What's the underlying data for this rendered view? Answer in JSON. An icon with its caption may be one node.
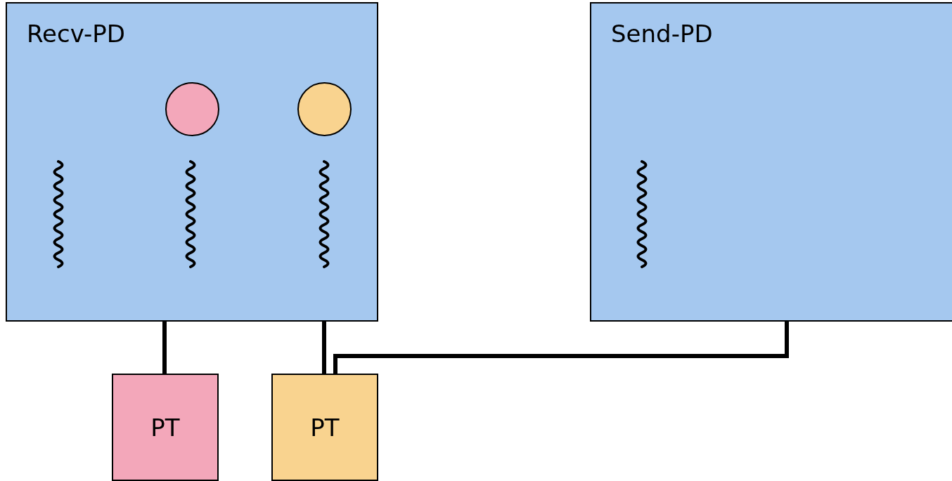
{
  "diagram": {
    "nodes": [
      {
        "text": [
          "Recv-PD"
        ]
      },
      {
        "text": [],
        "shape": "circle",
        "in": 0
      },
      {
        "text": [],
        "shape": "circle",
        "in": 0
      },
      {
        "text": [
          "Send-PD"
        ]
      },
      {
        "text": [
          "PT"
        ]
      },
      {
        "text": [
          "PT"
        ]
      }
    ],
    "edges": [
      {
        "from": 0,
        "to": 4,
        "arrow": "none"
      },
      {
        "from": 0,
        "to": 5,
        "arrow": "none"
      },
      {
        "from": 3,
        "to": 5,
        "arrow": "none"
      }
    ]
  }
}
